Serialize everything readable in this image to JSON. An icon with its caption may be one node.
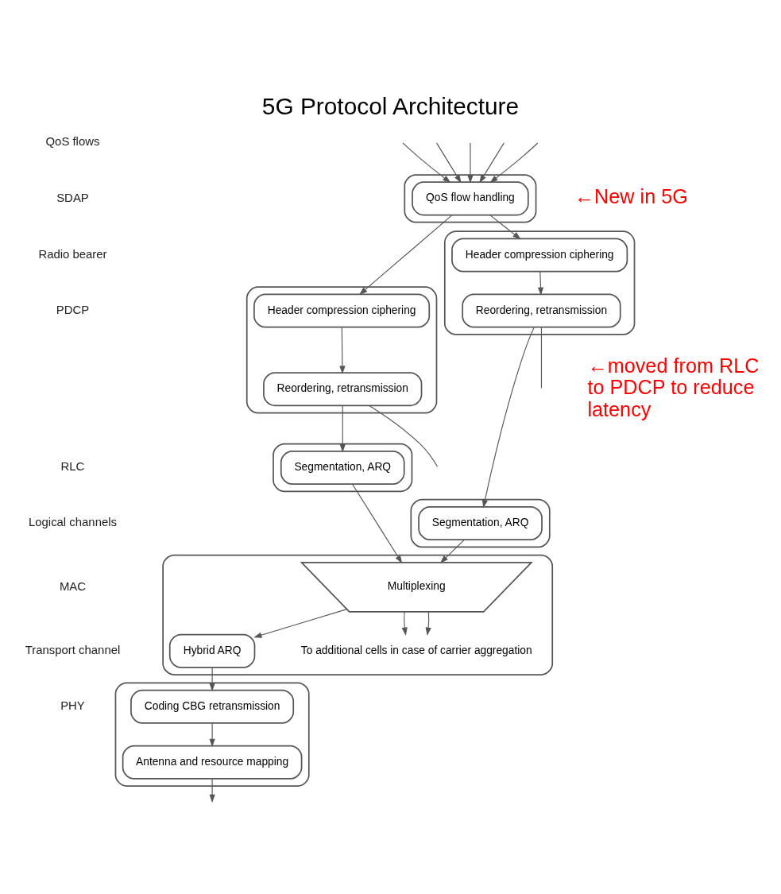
{
  "diagram": {
    "title": "5G Protocol Architecture",
    "nodes": [
      {
        "text": [],
        "shape": "box"
      },
      {
        "text": [
          "QoS flow handling"
        ],
        "in": 0
      },
      {
        "text": [],
        "shape": "box"
      },
      {
        "text": [
          "Header compression ciphering"
        ],
        "in": 2
      },
      {
        "text": [
          "Reordering, retransmission"
        ],
        "in": 2
      },
      {
        "text": [],
        "shape": "box"
      },
      {
        "text": [
          "Header compression ciphering"
        ],
        "in": 5
      },
      {
        "text": [
          "Reordering, retransmission"
        ],
        "in": 5
      },
      {
        "text": [],
        "shape": "box"
      },
      {
        "text": [
          "Segmentation, ARQ"
        ],
        "in": 8
      },
      {
        "text": [],
        "shape": "box"
      },
      {
        "text": [
          "Segmentation, ARQ"
        ],
        "in": 10
      },
      {
        "text": [],
        "shape": "box"
      },
      {
        "text": [
          "Multiplexing"
        ],
        "in": 12
      },
      {
        "text": [
          "Hybrid ARQ"
        ],
        "in": 12
      },
      {
        "text": [
          "To additional cells in case of carrier aggregation"
        ],
        "in": 12
      },
      {
        "text": [],
        "shape": "box"
      },
      {
        "text": [
          "Coding CBG retransmission"
        ],
        "in": 16
      },
      {
        "text": [
          "Antenna and resource mapping"
        ],
        "in": 16
      }
    ],
    "edges": [
      {
        "from": null,
        "to": 1,
        "arrow": "to"
      },
      {
        "from": null,
        "to": 1,
        "arrow": "to"
      },
      {
        "from": null,
        "to": 1,
        "arrow": "to"
      },
      {
        "from": null,
        "to": 1,
        "arrow": "to"
      },
      {
        "from": null,
        "to": 1,
        "arrow": "to"
      },
      {
        "from": 1,
        "to": 3,
        "arrow": "to"
      },
      {
        "from": 1,
        "to": 6,
        "arrow": "to"
      },
      {
        "from": 3,
        "to": 4,
        "arrow": "to"
      },
      {
        "from": 6,
        "to": 7,
        "arrow": "to"
      },
      {
        "from": 4,
        "to": null,
        "arrow": "none"
      },
      {
        "from": 7,
        "to": null,
        "arrow": "none"
      },
      {
        "from": 4,
        "to": 9,
        "arrow": "to"
      },
      {
        "from": 7,
        "to": 11,
        "arrow": "to"
      },
      {
        "from": 9,
        "to": 13,
        "arrow": "to"
      },
      {
        "from": 11,
        "to": 13,
        "arrow": "to"
      },
      {
        "from": 13,
        "to": 14,
        "arrow": "to"
      },
      {
        "from": 13,
        "to": 15,
        "arrow": "to"
      },
      {
        "from": 13,
        "to": 15,
        "arrow": "to"
      },
      {
        "from": 14,
        "to": 17,
        "arrow": "to"
      },
      {
        "from": 17,
        "to": 18,
        "arrow": "to"
      },
      {
        "from": 18,
        "to": null,
        "arrow": "to"
      }
    ],
    "labels": [
      "QoS flows",
      "SDAP",
      "←New in 5G",
      "Radio bearer",
      "PDCP",
      "←moved from RLC to PDCP to reduce latency",
      "RLC",
      "Logical channels",
      "MAC",
      "Transport channel",
      "PHY"
    ]
  }
}
